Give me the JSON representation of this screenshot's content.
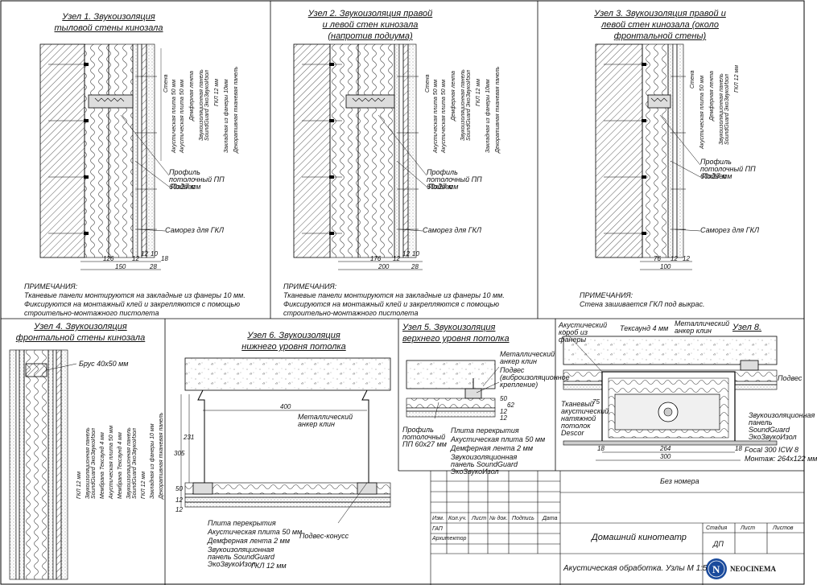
{
  "nodes": {
    "n1": {
      "title": [
        "Узел 1. Звукоизоляция",
        "тыловой стены кинозала"
      ],
      "layers": [
        "Стена",
        "Акустическая плита 50 мм",
        "Акустическая плита 50 мм",
        "Демферная лента",
        "Звукоизоляционная панель SoundGuard ЭкоЗвукоИзол",
        "ГКЛ 12 мм",
        "Закладная из фанеры 10мм",
        "Декоративная тканевая панель"
      ],
      "callouts": [
        "Профиль потолочный ПП 60х27 мм",
        "Подвес",
        "Саморез для ГКЛ"
      ],
      "dims_top": [
        "126",
        "12",
        "12",
        "10",
        "18"
      ],
      "dims_bottom": [
        "150",
        "28"
      ],
      "notes_heading": "ПРИМЕЧАНИЯ:",
      "notes_text": "Тканевые панели монтируются на закладные из фанеры 10 мм. Фиксируются на монтажный клей и закрепляются с помощью строительно-монтажного пистолета"
    },
    "n2": {
      "title": [
        "Узел 2. Звукоизоляция правой",
        "и левой стен кинозала",
        "(напротив подиума)"
      ],
      "layers": [
        "Стена",
        "Акустическая плита 50 мм",
        "Акустическая плита 50 мм",
        "Демферная лента",
        "Звукоизоляционная панель SoundGuard ЭкоЗвукоИзол",
        "ГКЛ 12 мм",
        "Закладная из фанеры 10мм",
        "Декоративная тканевая панель"
      ],
      "callouts": [
        "Профиль потолочный ПП 60х27 мм",
        "Подвес",
        "Саморез для ГКЛ"
      ],
      "dims_top": [
        "176",
        "12",
        "12",
        "10"
      ],
      "dims_bottom": [
        "200",
        "28"
      ],
      "notes_heading": "ПРИМЕЧАНИЯ:",
      "notes_text": "Тканевые панели монтируются на закладные из фанеры 10 мм. Фиксируются на монтажный клей и закрепляются с помощью строительно-монтажного пистолета"
    },
    "n3": {
      "title": [
        "Узел 3. Звукоизоляция правой и",
        "левой стен кинозала (около",
        "фронтальной стены)"
      ],
      "layers": [
        "Стена",
        "Акустическая плита 50 мм",
        "Демферная лента",
        "Звукоизоляционная панель SoundGuard ЭкоЗвукоИзол",
        "ГКЛ 12 мм"
      ],
      "callouts": [
        "Профиль потолочный ПП 60х27 мм",
        "Подвес",
        "Саморез для ГКЛ"
      ],
      "dims_top": [
        "76",
        "12",
        "12"
      ],
      "dims_bottom": [
        "100"
      ],
      "notes_heading": "ПРИМЕЧАНИЯ:",
      "notes_text": "Стена зашивается ГКЛ под выкрас."
    },
    "n4": {
      "title": [
        "Узел 4. Звукоизоляция",
        "фронтальной стены кинозала"
      ],
      "callout": "Брус 40х50 мм",
      "layers": [
        "ГКЛ 12 мм",
        "Звукоизоляционная панель SoundGuard ЭкоЗвукоИзол",
        "Мембрана Тексаунд 4 мм",
        "Акустическая плита 50 мм",
        "Мембрана Тексаунд 4 мм",
        "Звукоизоляционная панель SoundGuard ЭкоЗвукоИзол",
        "ГКЛ 12 мм",
        "Закладная из фанеры 10 мм",
        "Декоративная тканевая панель"
      ]
    },
    "n6": {
      "title": [
        "Узел 6. Звукоизоляция",
        "нижнего уровня потолка"
      ],
      "callouts": [
        "Металлический анкер клин",
        "Подвес-конусс"
      ],
      "dims": [
        "400",
        "231",
        "305",
        "50",
        "12",
        "12"
      ],
      "layers": [
        "Плита перекрытия",
        "Акустическая плита 50 мм",
        "Демферная лента 2 мм",
        "Звукоизоляционная панель SoundGuard ЭкоЗвукоИзол",
        "ГКЛ 12 мм"
      ]
    },
    "n5": {
      "title": [
        "Узел 5. Звукоизоляция",
        "верхнего уровня потолка"
      ],
      "callouts": [
        "Металлический анкер клин",
        "Подвес (виброизоляционное крепление)",
        "Профиль потолочный ПП 60х27 мм"
      ],
      "dims": [
        "50",
        "62",
        "12",
        "12"
      ],
      "layers": [
        "Плита перекрытия",
        "Акустическая плита 50 мм",
        "Демферная лента 2 мм",
        "Звукоизоляционная панель SoundGuard ЭкоЗвукоИзол"
      ]
    },
    "n8": {
      "title": "Узел 8.",
      "callouts": [
        "Акустический короб из фанеры",
        "Тексаунд 4 мм",
        "Металлический анкер клин",
        "Подвес",
        "Тканевый акустический натяжной потолок Descor",
        "Звукоизоляционная панель SoundGuard ЭкоЗвукоИзол",
        "Focal 300 ICW 8",
        "Монтаж: 264х122 мм"
      ],
      "dims": [
        "75",
        "18",
        "264",
        "18",
        "300"
      ]
    }
  },
  "title_block": {
    "drawing_number": "Без номера",
    "columns": [
      "Изм.",
      "Кол.уч.",
      "Лист",
      "№ док.",
      "Подпись",
      "Дата"
    ],
    "roles": [
      "ГАП",
      "Архитектор"
    ],
    "project": "Домашний кинотеатр",
    "stage_headers": [
      "Стадия",
      "Лист",
      "Листов"
    ],
    "stage": "ДП",
    "sheet_title": "Акустическая обработка. Узлы  М 1:5",
    "logo_letter": "N",
    "brand": "NEOCINEMA"
  }
}
